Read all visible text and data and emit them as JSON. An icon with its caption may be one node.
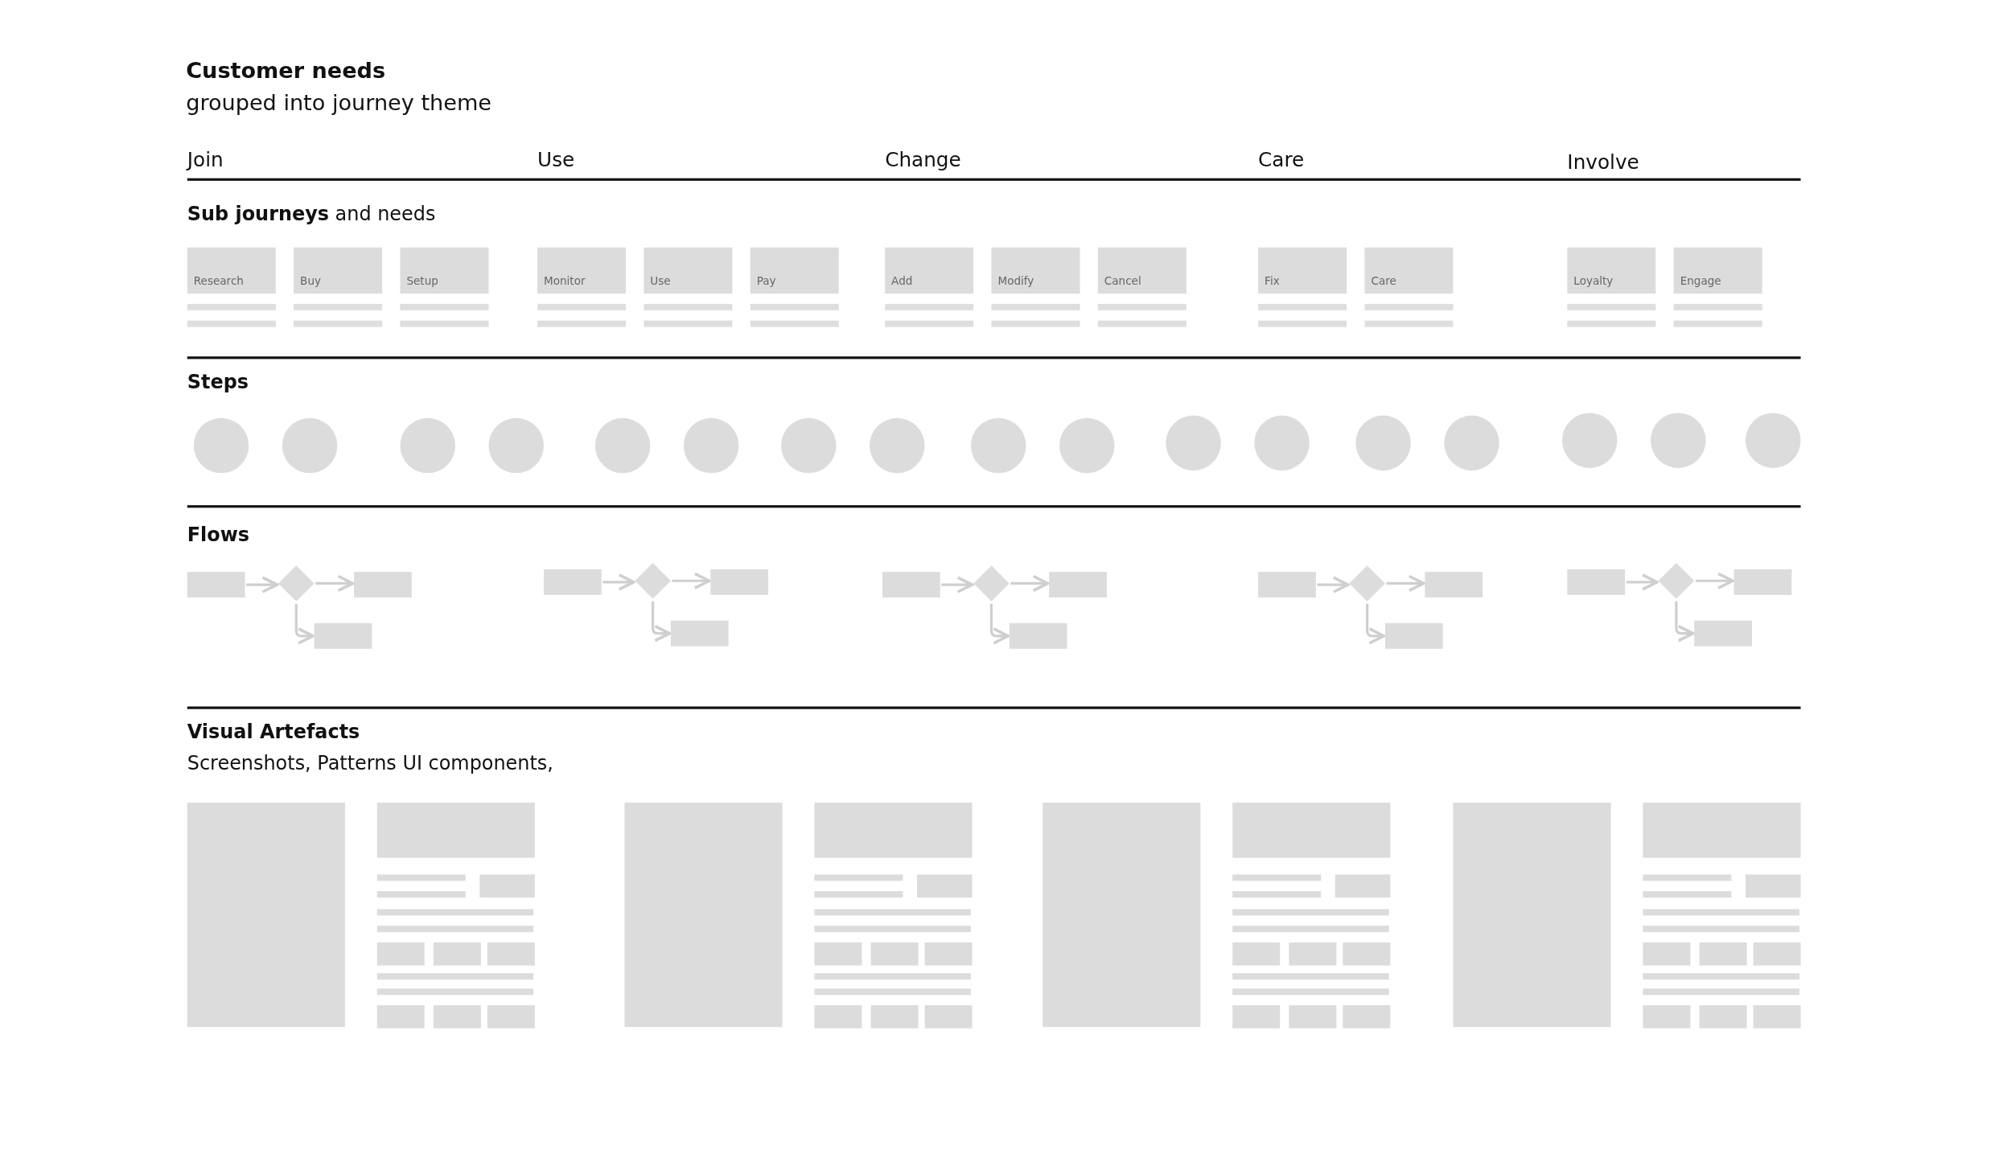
{
  "diagram": {
    "title": "Customer needs",
    "nodes": [
      {
        "text": [
          "Research"
        ]
      },
      {
        "text": [
          "Buy"
        ]
      },
      {
        "text": [
          "Setup"
        ]
      },
      {
        "text": [
          "Monitor"
        ]
      },
      {
        "text": [
          "Use"
        ]
      },
      {
        "text": [
          "Pay"
        ]
      },
      {
        "text": [
          "Add"
        ]
      },
      {
        "text": [
          "Modify"
        ]
      },
      {
        "text": [
          "Cancel"
        ]
      },
      {
        "text": [
          "Fix"
        ]
      },
      {
        "text": [
          "Care"
        ]
      },
      {
        "text": [
          "Loyalty"
        ]
      },
      {
        "text": [
          "Engage"
        ]
      },
      {
        "text": [],
        "shape": "circle"
      },
      {
        "text": [],
        "shape": "circle"
      },
      {
        "text": [],
        "shape": "circle"
      },
      {
        "text": [],
        "shape": "circle"
      },
      {
        "text": [],
        "shape": "circle"
      },
      {
        "text": [],
        "shape": "circle"
      },
      {
        "text": [],
        "shape": "circle"
      },
      {
        "text": [],
        "shape": "circle"
      },
      {
        "text": [],
        "shape": "circle"
      },
      {
        "text": [],
        "shape": "circle"
      },
      {
        "text": [],
        "shape": "circle"
      },
      {
        "text": [],
        "shape": "circle"
      },
      {
        "text": [],
        "shape": "circle"
      },
      {
        "text": [],
        "shape": "circle"
      },
      {
        "text": [],
        "shape": "circle"
      },
      {
        "text": [],
        "shape": "circle"
      },
      {
        "text": [],
        "shape": "circle"
      },
      {
        "text": [],
        "shape": "box"
      },
      {
        "text": [],
        "shape": "diamond"
      },
      {
        "text": [],
        "shape": "box"
      },
      {
        "text": [],
        "shape": "box"
      },
      {
        "text": [],
        "shape": "box"
      },
      {
        "text": [],
        "shape": "diamond"
      },
      {
        "text": [],
        "shape": "box"
      },
      {
        "text": [],
        "shape": "box"
      },
      {
        "text": [],
        "shape": "box"
      },
      {
        "text": [],
        "shape": "diamond"
      },
      {
        "text": [],
        "shape": "box"
      },
      {
        "text": [],
        "shape": "box"
      },
      {
        "text": [],
        "shape": "box"
      },
      {
        "text": [],
        "shape": "diamond"
      },
      {
        "text": [],
        "shape": "box"
      },
      {
        "text": [],
        "shape": "box"
      },
      {
        "text": [],
        "shape": "box"
      },
      {
        "text": [],
        "shape": "diamond"
      },
      {
        "text": [],
        "shape": "box"
      },
      {
        "text": [],
        "shape": "box"
      }
    ],
    "edges": [
      {
        "from": 30,
        "to": 31,
        "arrow": "to"
      },
      {
        "from": 31,
        "to": 32,
        "arrow": "to"
      },
      {
        "from": 31,
        "to": 33,
        "arrow": "to"
      },
      {
        "from": 34,
        "to": 35,
        "arrow": "to"
      },
      {
        "from": 35,
        "to": 36,
        "arrow": "to"
      },
      {
        "from": 35,
        "to": 37,
        "arrow": "to"
      },
      {
        "from": 38,
        "to": 39,
        "arrow": "to"
      },
      {
        "from": 39,
        "to": 40,
        "arrow": "to"
      },
      {
        "from": 39,
        "to": 41,
        "arrow": "to"
      },
      {
        "from": 42,
        "to": 43,
        "arrow": "to"
      },
      {
        "from": 43,
        "to": 44,
        "arrow": "to"
      },
      {
        "from": 43,
        "to": 45,
        "arrow": "to"
      },
      {
        "from": 46,
        "to": 47,
        "arrow": "to"
      },
      {
        "from": 47,
        "to": 48,
        "arrow": "to"
      },
      {
        "from": 47,
        "to": 49,
        "arrow": "to"
      }
    ],
    "labels": [
      "grouped into journey theme",
      "Join",
      "Use",
      "Change",
      "Care",
      "Involve",
      "**Sub journeys** and needs",
      "Steps",
      "Flows",
      "Visual Artefacts",
      "Screenshots, Patterns UI components,"
    ]
  }
}
